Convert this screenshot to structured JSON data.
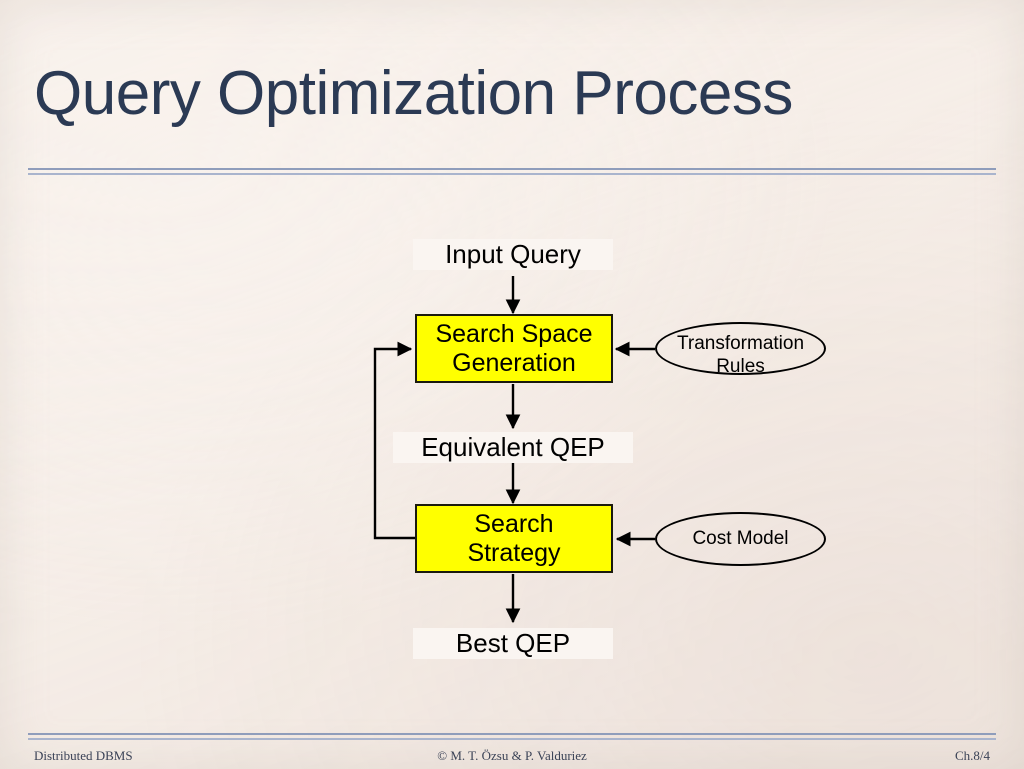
{
  "slide": {
    "title": "Query Optimization Process",
    "background_color": "#faf5f1",
    "title_color": "#2b3a54",
    "rule_color": "#8f9dbb"
  },
  "footer": {
    "left": "Distributed DBMS",
    "center": "© M. T. Özsu & P. Valduriez",
    "right": "Ch.8/4"
  },
  "diagram": {
    "type": "flowchart",
    "accent_fill": "#ffff00",
    "stroke": "#000000",
    "labels": {
      "input_query": "Input Query",
      "equivalent_qep": "Equivalent QEP",
      "best_qep": "Best QEP"
    },
    "boxes": [
      {
        "id": "search-space-generation",
        "line1": "Search Space",
        "line2": "Generation"
      },
      {
        "id": "search-strategy",
        "line1": "Search",
        "line2": "Strategy"
      }
    ],
    "ellipses": [
      {
        "id": "transformation-rules",
        "line1": "Transformation",
        "line2": "Rules"
      },
      {
        "id": "cost-model",
        "line1": "Cost Model",
        "line2": ""
      }
    ],
    "edges": [
      {
        "from": "input_query",
        "to": "search-space-generation",
        "kind": "arrow-down"
      },
      {
        "from": "transformation-rules",
        "to": "search-space-generation",
        "kind": "arrow-left"
      },
      {
        "from": "search-space-generation",
        "to": "equivalent_qep",
        "kind": "arrow-down"
      },
      {
        "from": "equivalent_qep",
        "to": "search-strategy",
        "kind": "arrow-down"
      },
      {
        "from": "cost-model",
        "to": "search-strategy",
        "kind": "arrow-left"
      },
      {
        "from": "search-strategy",
        "to": "best_qep",
        "kind": "arrow-down"
      },
      {
        "from": "search-strategy",
        "to": "search-space-generation",
        "kind": "feedback-loop-left"
      }
    ]
  }
}
